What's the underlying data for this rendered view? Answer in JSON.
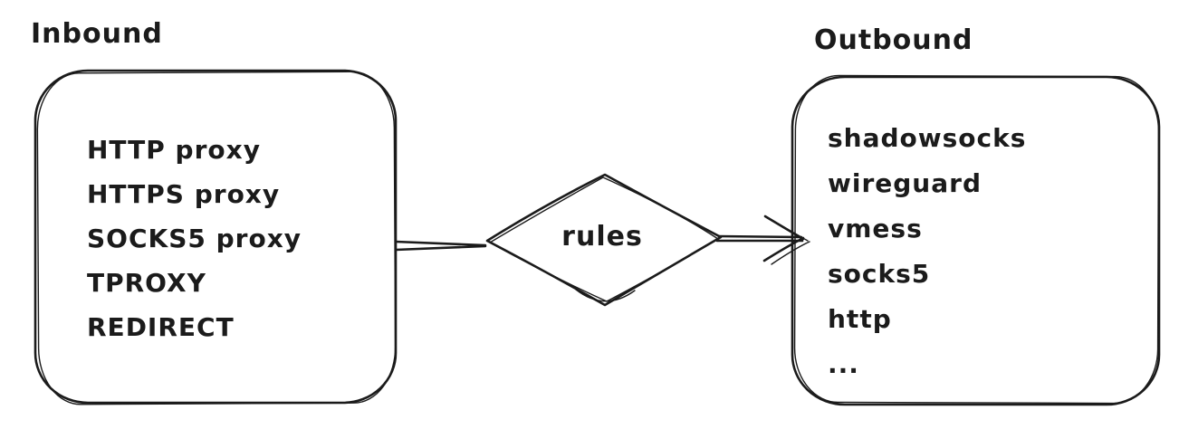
{
  "diagram": {
    "inbound": {
      "title": "Inbound",
      "items": [
        "HTTP proxy",
        "HTTPS proxy",
        "SOCKS5 proxy",
        "TPROXY",
        "REDIRECT"
      ]
    },
    "rules": {
      "label": "rules"
    },
    "outbound": {
      "title": "Outbound",
      "items": [
        "shadowsocks",
        "wireguard",
        "vmess",
        "socks5",
        "http",
        "..."
      ]
    }
  },
  "colors": {
    "ink": "#1b1b1b",
    "bg": "#ffffff"
  }
}
